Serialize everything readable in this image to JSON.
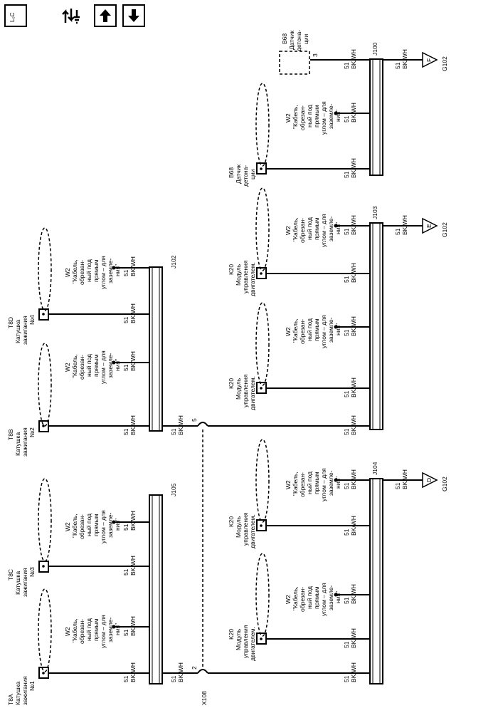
{
  "toolbar": {
    "locate_icon": "location-icon",
    "swap_icon": "ground-swap-icon",
    "up_icon": "arrow-up-icon",
    "down_icon": "arrow-down-icon",
    "locate_label": "L₀C"
  },
  "components": {
    "t8a": {
      "ref": "T8A",
      "lines": [
        "Катушка",
        "зажигания",
        "№1"
      ]
    },
    "t8c": {
      "ref": "T8C",
      "lines": [
        "Катушка",
        "зажигания",
        "№3"
      ]
    },
    "t8b": {
      "ref": "T8B",
      "lines": [
        "Катушка",
        "зажигания",
        "№2"
      ]
    },
    "t8d": {
      "ref": "T8D",
      "lines": [
        "Катушка",
        "зажигания",
        "№4"
      ]
    },
    "k20": {
      "ref": "K20",
      "lines": [
        "Модуль",
        "управления",
        "двигателем."
      ]
    },
    "b68": {
      "ref": "B68",
      "lines": [
        "Датчик",
        "детона-",
        "ции"
      ]
    }
  },
  "cable_label": {
    "ref": "W2",
    "lines": [
      "\"Кабель,",
      "обрезан-",
      "ный под",
      "прямым",
      "углом – для",
      "заземле-",
      "ния\""
    ]
  },
  "wire": {
    "circuit": "51",
    "color": "BK/WH"
  },
  "splices": {
    "j105": "J105",
    "j102": "J102",
    "j104": "J104",
    "j103": "J103",
    "j100": "J100"
  },
  "connector": {
    "ref": "X108",
    "pin_a": "2",
    "pin_b": "5",
    "pin_sensor": "3"
  },
  "grounds": {
    "g1": {
      "name": "G102",
      "letter": "D"
    },
    "g2": {
      "name": "G102",
      "letter": "E"
    },
    "g3": {
      "name": "G102",
      "letter": "F"
    }
  }
}
